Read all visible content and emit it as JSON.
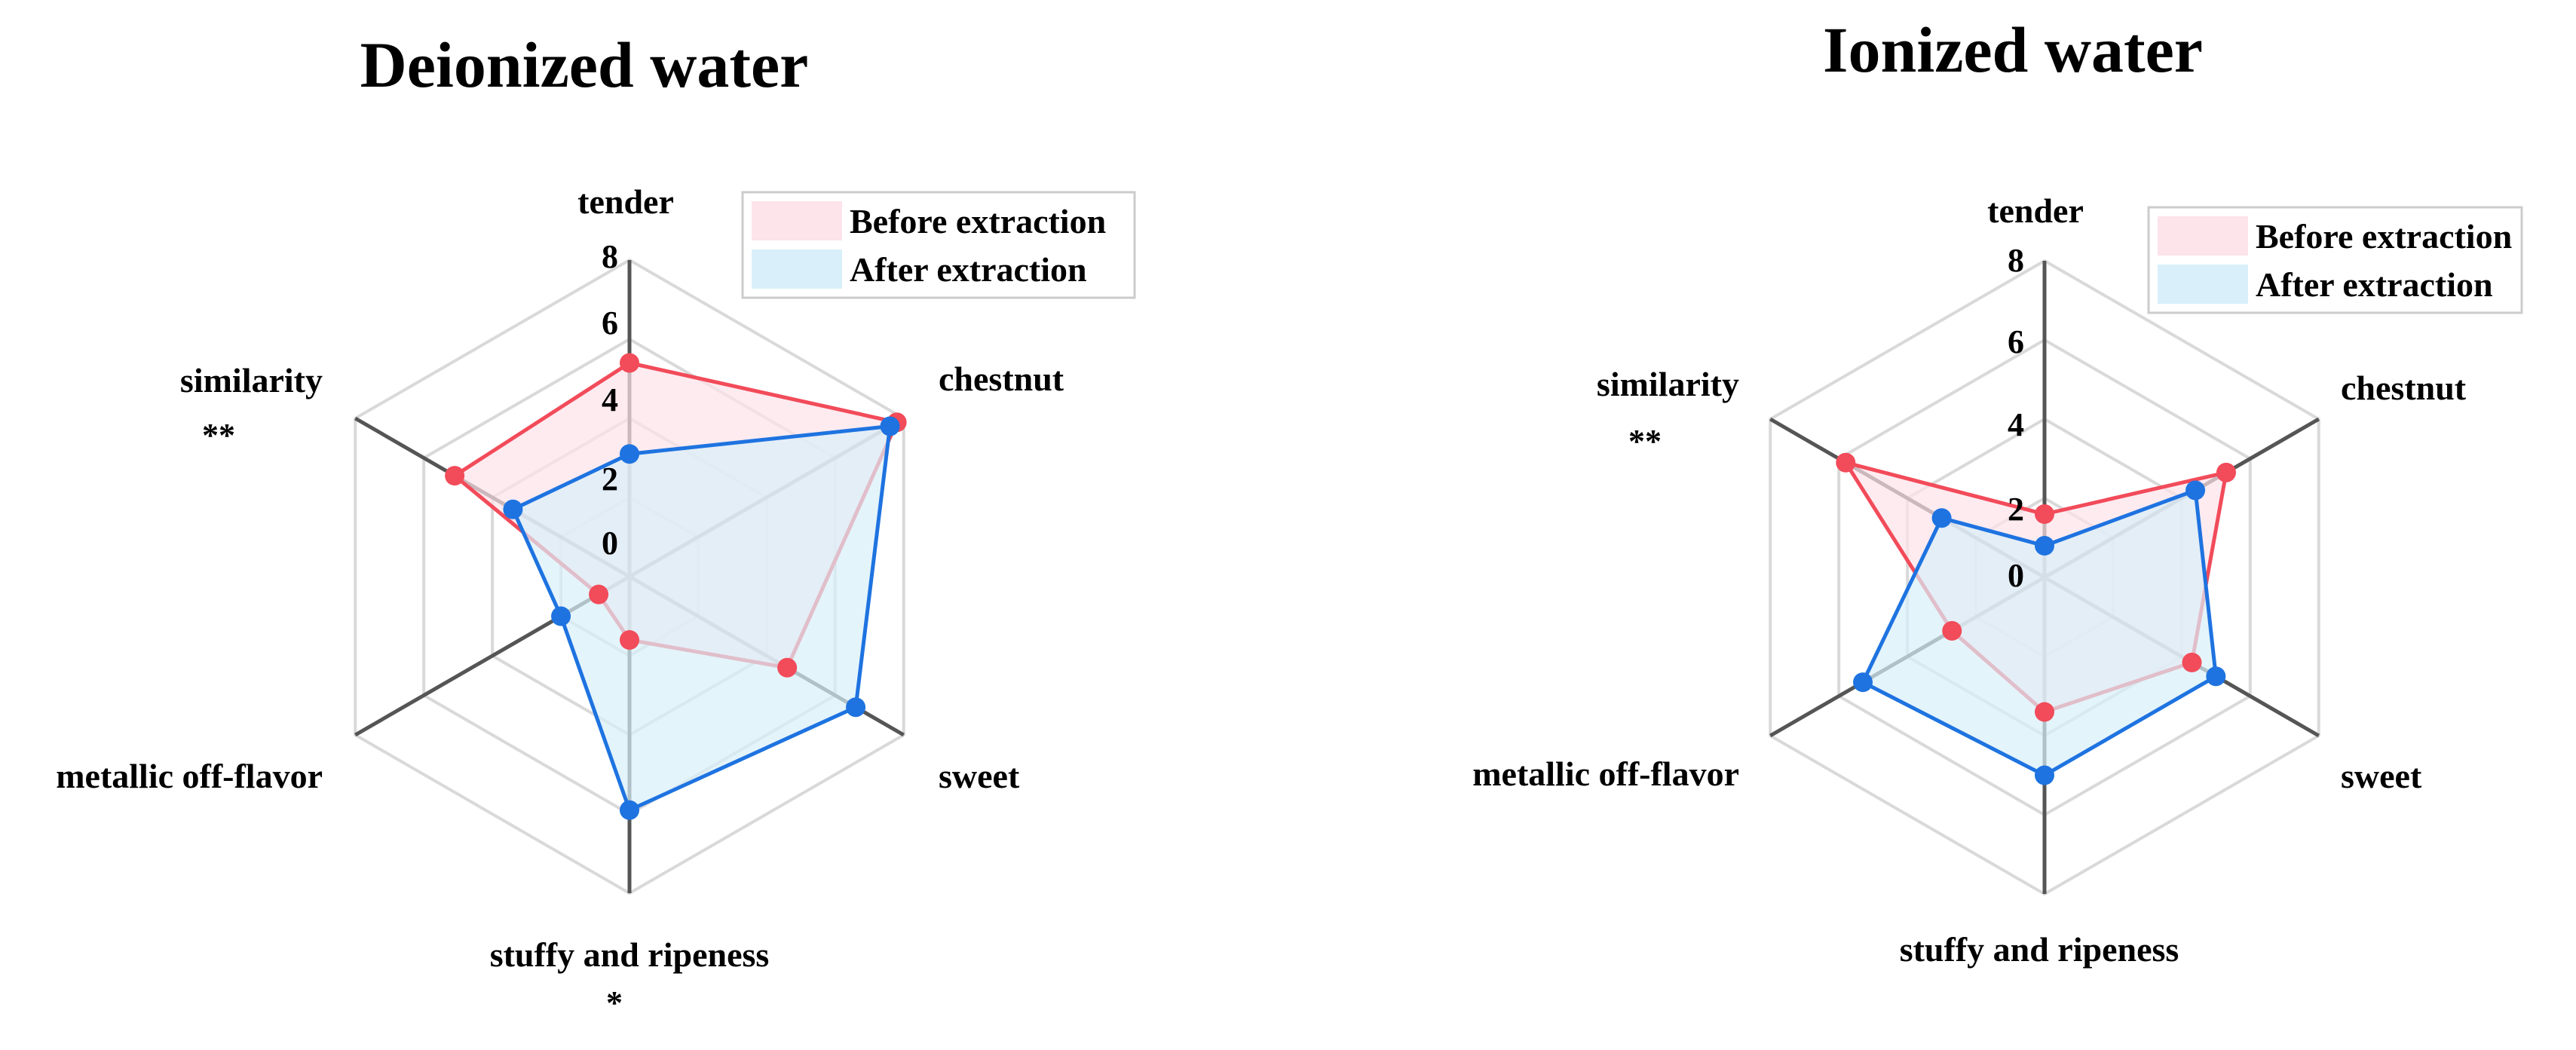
{
  "chart_data": [
    {
      "type": "radar",
      "title": "Deionized water",
      "axes": [
        "tender",
        "chestnut",
        "sweet",
        "stuffy and ripeness",
        "metallic off-flavor",
        "similarity"
      ],
      "significance": [
        "",
        "",
        "",
        "*",
        "",
        "**"
      ],
      "ticks": [
        "0",
        "2",
        "4",
        "6",
        "8"
      ],
      "rlim": [
        0,
        8
      ],
      "legend": [
        "Before extraction",
        "After extraction"
      ],
      "legend_position": "top-right",
      "series": [
        {
          "name": "Before extraction",
          "color": "#f24b5a",
          "fill": "#fde3ea",
          "values": [
            5.4,
            7.8,
            4.6,
            1.6,
            0.9,
            5.1
          ]
        },
        {
          "name": "After extraction",
          "color": "#1e73e0",
          "fill": "#d9f0fa",
          "values": [
            3.1,
            7.6,
            6.6,
            5.9,
            2.0,
            3.4
          ]
        }
      ]
    },
    {
      "type": "radar",
      "title": "Ionized water",
      "axes": [
        "tender",
        "chestnut",
        "sweet",
        "stuffy and ripeness",
        "metallic off-flavor",
        "similarity"
      ],
      "significance": [
        "",
        "",
        "",
        "",
        "",
        "**"
      ],
      "ticks": [
        "0",
        "2",
        "4",
        "6",
        "8"
      ],
      "rlim": [
        0,
        8
      ],
      "legend": [
        "Before extraction",
        "After extraction"
      ],
      "legend_position": "top-right",
      "series": [
        {
          "name": "Before extraction",
          "color": "#f24b5a",
          "fill": "#fde3ea",
          "values": [
            1.6,
            5.3,
            4.3,
            3.4,
            2.7,
            5.8
          ]
        },
        {
          "name": "After extraction",
          "color": "#1e73e0",
          "fill": "#d9f0fa",
          "values": [
            0.8,
            4.4,
            5.0,
            5.0,
            5.3,
            3.0
          ]
        }
      ]
    }
  ]
}
